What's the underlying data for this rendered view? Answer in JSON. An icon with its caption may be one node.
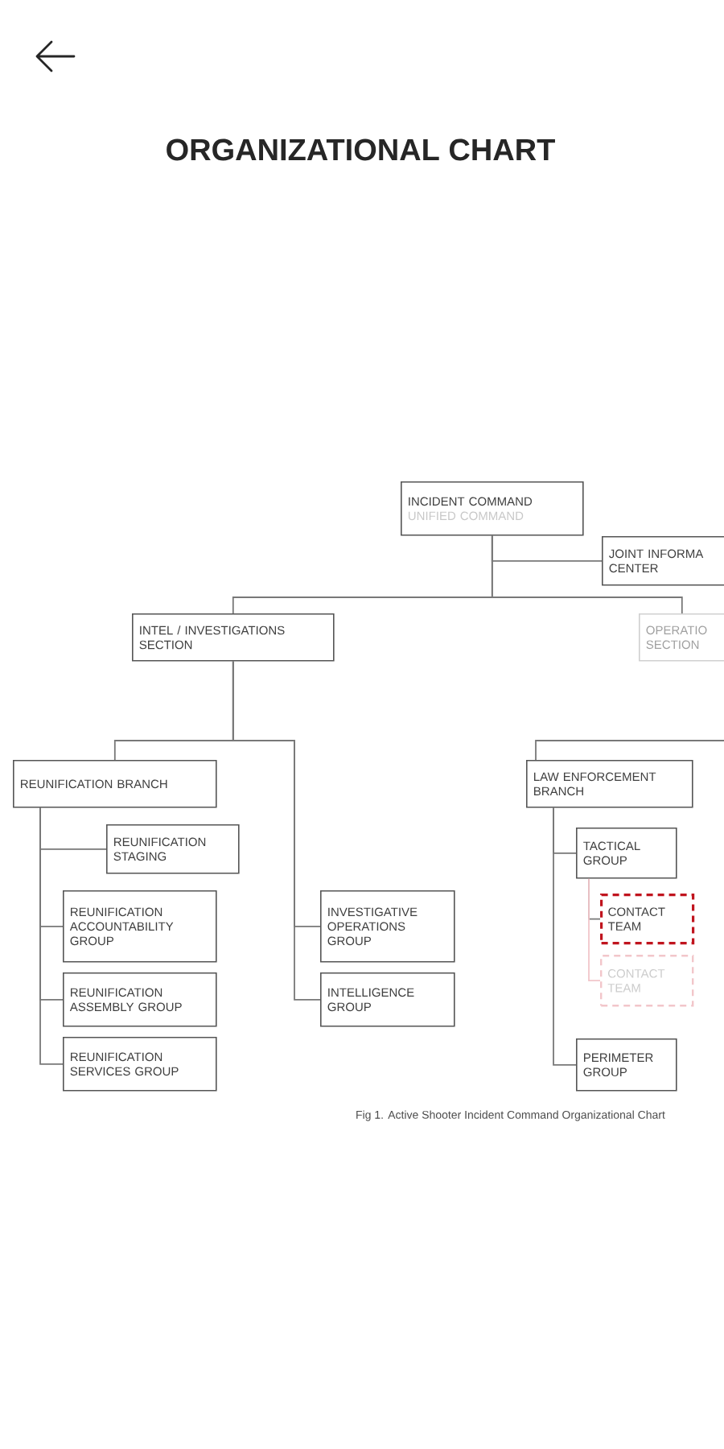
{
  "diagram": {
    "title": "ORGANIZATIONAL CHART",
    "caption": "Fig 1.  Active Shooter Incident Command Organizational Chart",
    "nodes": [
      {
        "text": [
          "INCIDENT COMMAND",
          "UNIFIED COMMAND"
        ]
      },
      {
        "text": [
          "JOINT INFORMA CENTER"
        ]
      },
      {
        "text": [
          "INTEL / INVESTIGATIONS SECTION"
        ]
      },
      {
        "text": [
          "OPERATIO SECTION"
        ]
      },
      {
        "text": [
          "REUNIFICATION BRANCH"
        ]
      },
      {
        "text": [
          "REUNIFICATION STAGING"
        ]
      },
      {
        "text": [
          "REUNIFICATION ACCOUNTABILITY GROUP"
        ]
      },
      {
        "text": [
          "REUNIFICATION ASSEMBLY GROUP"
        ]
      },
      {
        "text": [
          "REUNIFICATION SERVICES GROUP"
        ]
      },
      {
        "text": [
          "INVESTIGATIVE OPERATIONS GROUP"
        ]
      },
      {
        "text": [
          "INTELLIGENCE GROUP"
        ]
      },
      {
        "text": [
          "LAW ENFORCEMENT BRANCH"
        ]
      },
      {
        "text": [
          "TACTICAL GROUP"
        ]
      },
      {
        "text": [
          "CONTACT TEAM"
        ]
      },
      {
        "text": [
          "CONTACT TEAM"
        ]
      },
      {
        "text": [
          "PERIMETER GROUP"
        ]
      }
    ],
    "edges": [
      {
        "from": 0,
        "to": 1,
        "arrow": "none"
      },
      {
        "from": 0,
        "to": 2,
        "arrow": "none"
      },
      {
        "from": 0,
        "to": 3,
        "arrow": "none"
      },
      {
        "from": 2,
        "to": 4,
        "arrow": "none"
      },
      {
        "from": 2,
        "to": 9,
        "arrow": "none"
      },
      {
        "from": 2,
        "to": 10,
        "arrow": "none"
      },
      {
        "from": 4,
        "to": 5,
        "arrow": "none"
      },
      {
        "from": 4,
        "to": 6,
        "arrow": "none"
      },
      {
        "from": 4,
        "to": 7,
        "arrow": "none"
      },
      {
        "from": 4,
        "to": 8,
        "arrow": "none"
      },
      {
        "from": null,
        "to": 11,
        "arrow": "none"
      },
      {
        "from": 11,
        "to": 12,
        "arrow": "none"
      },
      {
        "from": 11,
        "to": 15,
        "arrow": "none"
      },
      {
        "from": 12,
        "to": 13,
        "arrow": "none"
      },
      {
        "from": 12,
        "to": 14,
        "arrow": "none",
        "color": "#f2c6ca"
      }
    ]
  }
}
